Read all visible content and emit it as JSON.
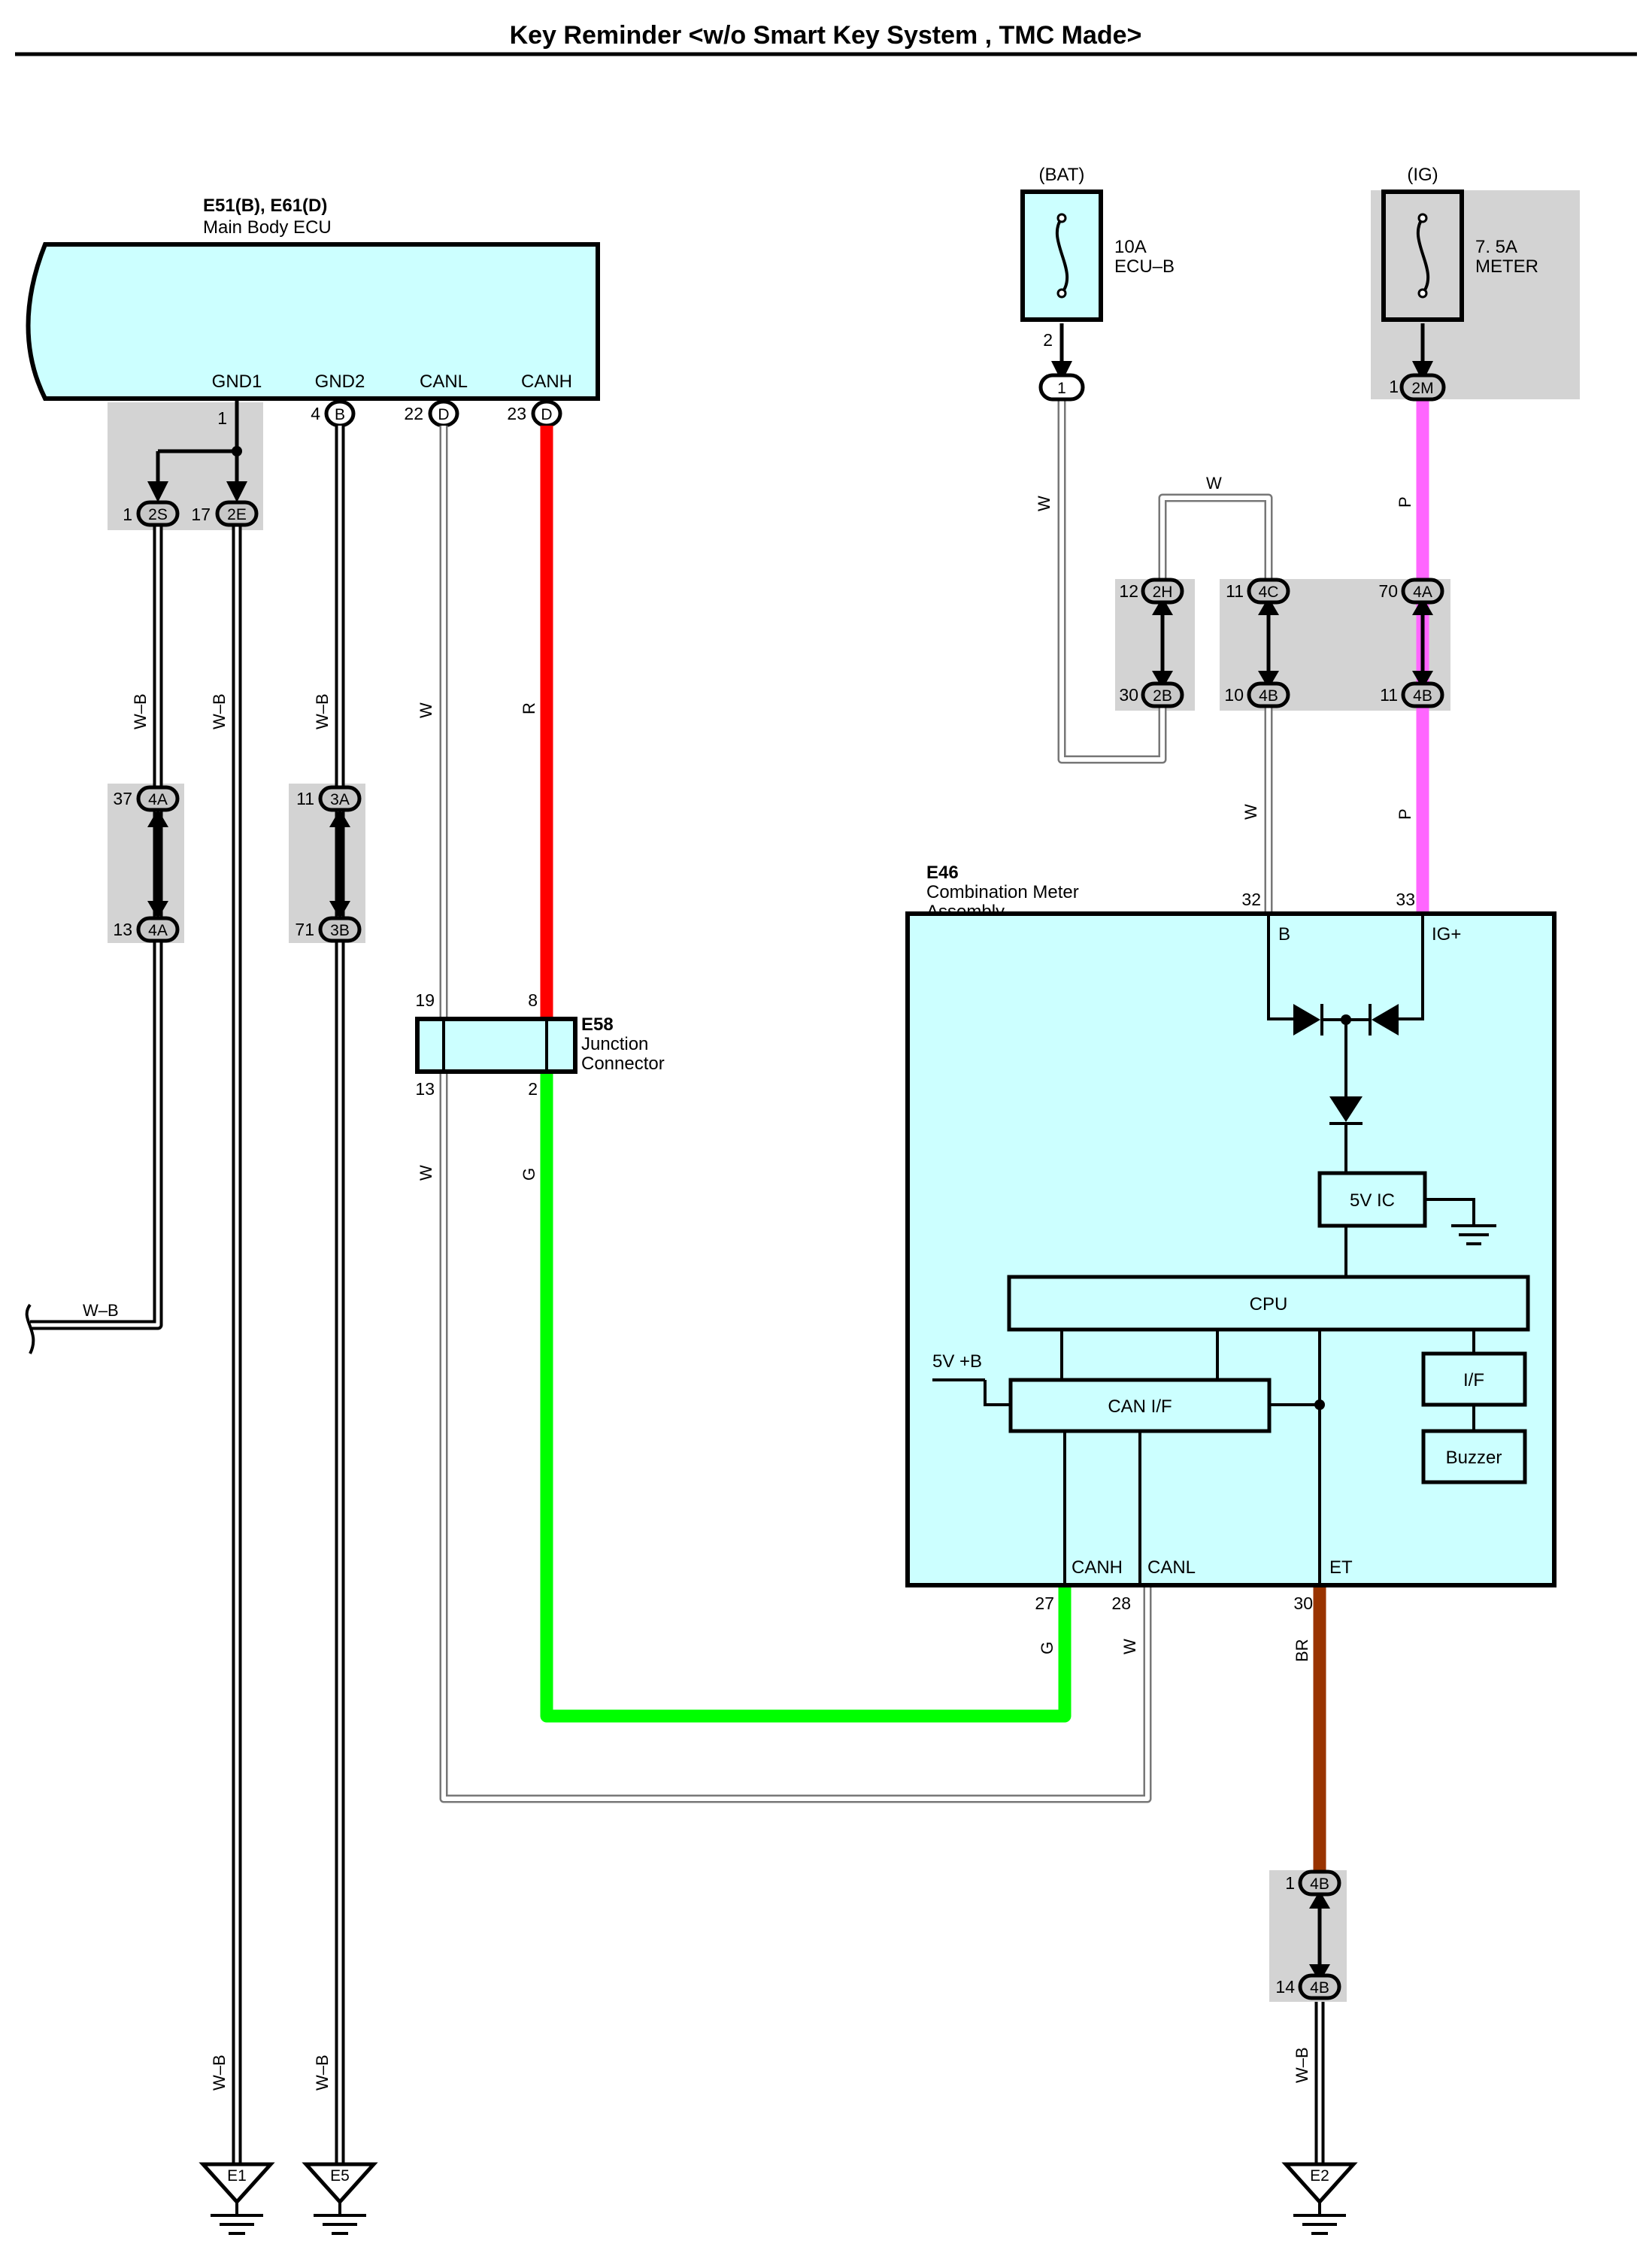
{
  "title": "Key Reminder <w/o Smart Key System , TMC Made>",
  "ecu": {
    "code": "E51(B), E61(D)",
    "name": "Main Body ECU",
    "terminals": [
      "GND1",
      "GND2",
      "CANL",
      "CANH"
    ],
    "pins": [
      "1",
      "4",
      "22",
      "23"
    ],
    "pin_connectors": [
      "B",
      "D",
      "D"
    ]
  },
  "fuses": [
    {
      "source": "(BAT)",
      "rating": "10A",
      "name": "ECU–B",
      "pin": "2",
      "connector": "1"
    },
    {
      "source": "(IG)",
      "rating": "7. 5A",
      "name": "METER",
      "pin": "1",
      "connector": "2M"
    }
  ],
  "junctions": [
    {
      "pin": "1",
      "conn": "2S"
    },
    {
      "pin": "17",
      "conn": "2E"
    },
    {
      "pin": "37",
      "conn": "4A"
    },
    {
      "pin": "13",
      "conn": "4A"
    },
    {
      "pin": "11",
      "conn": "3A"
    },
    {
      "pin": "71",
      "conn": "3B"
    },
    {
      "pin": "12",
      "conn": "2H"
    },
    {
      "pin": "30",
      "conn": "2B"
    },
    {
      "pin": "11",
      "conn": "4C"
    },
    {
      "pin": "10",
      "conn": "4B"
    },
    {
      "pin": "70",
      "conn": "4A"
    },
    {
      "pin": "11",
      "conn": "4B"
    },
    {
      "pin": "1",
      "conn": "4B"
    },
    {
      "pin": "14",
      "conn": "4B"
    }
  ],
  "junction_connector": {
    "code": "E58",
    "name_line1": "Junction",
    "name_line2": "Connector",
    "pins": [
      "19",
      "8",
      "13",
      "2"
    ]
  },
  "meter": {
    "code": "E46",
    "name_line1": "Combination Meter",
    "name_line2": "Assembly",
    "top_pins": [
      "32",
      "33"
    ],
    "top_terminals": [
      "B",
      "IG+"
    ],
    "blocks": [
      "5V IC",
      "CPU",
      "CAN I/F",
      "I/F",
      "Buzzer"
    ],
    "supply": "5V +B",
    "bottom_terminals": [
      "CANH",
      "CANL",
      "ET"
    ],
    "bottom_pins": [
      "27",
      "28",
      "30"
    ]
  },
  "wire_colors": {
    "wb": "W–B",
    "w": "W",
    "r": "R",
    "g": "G",
    "p": "P",
    "br": "BR"
  },
  "grounds": [
    "E1",
    "E5",
    "E2"
  ],
  "colors": {
    "component_fill": "#ccffff",
    "splice_fill": "#d3d3d3",
    "wire_red": "#ff0000",
    "wire_green": "#00ff00",
    "wire_pink": "#ff66ff",
    "wire_brown": "#993300"
  }
}
